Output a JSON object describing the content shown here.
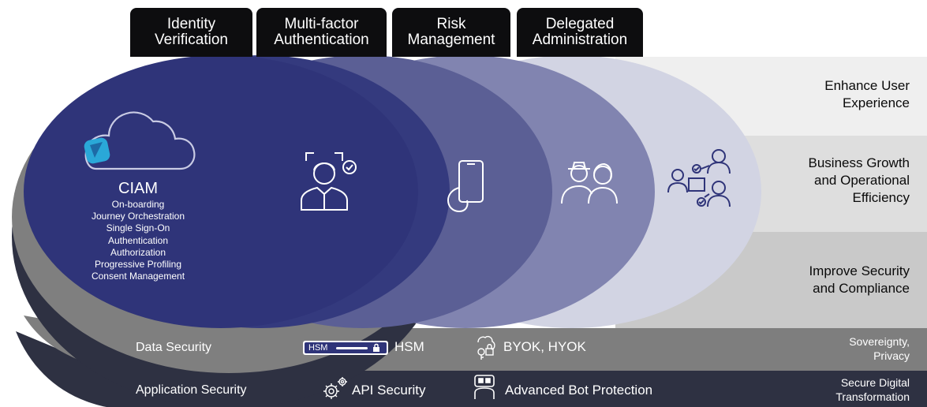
{
  "tabs": [
    {
      "line1": "Identity",
      "line2": "Verification"
    },
    {
      "line1": "Multi-factor",
      "line2": "Authentication"
    },
    {
      "line1": "Risk",
      "line2": "Management"
    },
    {
      "line1": "Delegated",
      "line2": "Administration"
    }
  ],
  "outcomes": [
    {
      "line1": "Enhance User",
      "line2": "Experience"
    },
    {
      "line1": "Business Growth",
      "line2": "and Operational",
      "line3": "Efficiency"
    },
    {
      "line1": "Improve Security",
      "line2": "and Compliance"
    }
  ],
  "ciam": {
    "title": "CIAM",
    "features": [
      "On-boarding",
      "Journey Orchestration",
      "Single Sign-On",
      "Authentication",
      "Authorization",
      "Progressive Profiling",
      "Consent Management"
    ]
  },
  "data_security": {
    "label": "Data Security",
    "hsm_badge": "HSM",
    "hsm_text": "HSM",
    "byok_text": "BYOK, HYOK",
    "right_line1": "Sovereignty,",
    "right_line2": "Privacy"
  },
  "app_security": {
    "label": "Application Security",
    "api_text": "API Security",
    "bot_text": "Advanced Bot Protection",
    "right_line1": "Secure Digital",
    "right_line2": "Transformation"
  },
  "icons": [
    "cloud-icon",
    "identity-scan-icon",
    "smartphone-touch-icon",
    "users-incognito-icon",
    "delegated-admin-icon",
    "key-lock-icon",
    "gears-icon",
    "bot-icon",
    "lock-icon"
  ],
  "colors": {
    "navy": "#2f3479",
    "circle2": "#343a7e",
    "circle3": "#5b5f95",
    "circle4": "#8184b0",
    "circle5": "#d2d4e3",
    "tab": "#0d0d0f",
    "data_strip": "#7e7e7e",
    "app_strip": "#2e3142"
  }
}
